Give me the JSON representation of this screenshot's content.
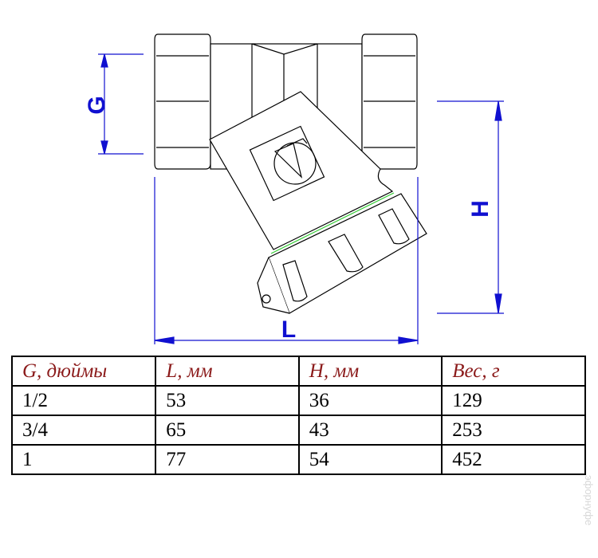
{
  "dimensions": {
    "g_label": "G",
    "h_label": "H",
    "l_label": "L"
  },
  "table": {
    "headers": [
      "G, дюймы",
      "L, мм",
      "H, мм",
      "Вес, г"
    ],
    "rows": [
      [
        "1/2",
        "53",
        "36",
        "129"
      ],
      [
        "3/4",
        "65",
        "43",
        "253"
      ],
      [
        "1",
        "77",
        "54",
        "452"
      ]
    ]
  },
  "watermark": "эфорнуфе",
  "colors": {
    "dimension": "#1010d0",
    "header_text": "#8b1a1a",
    "watermark": "#cfe2f3"
  }
}
